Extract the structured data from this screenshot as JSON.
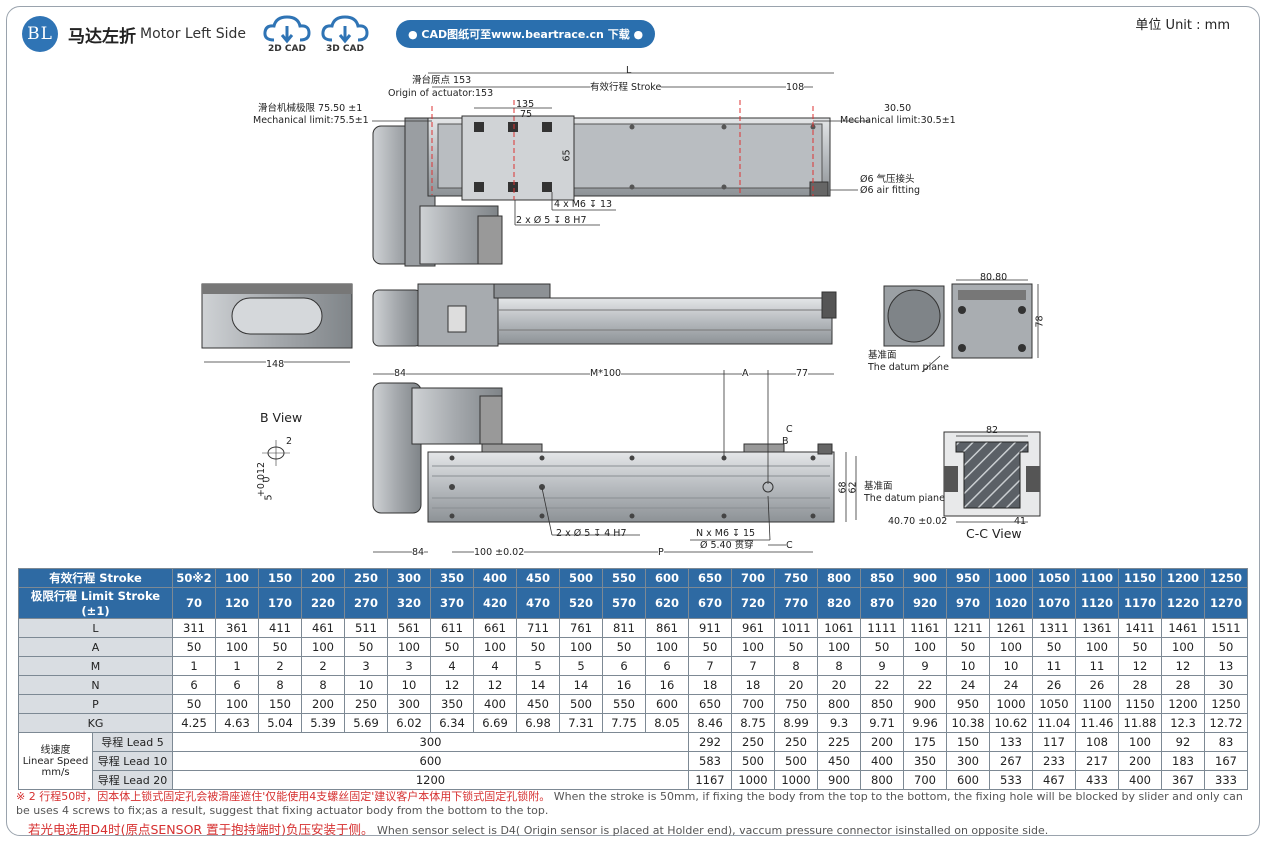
{
  "header": {
    "logo": "BL",
    "title_cn": "马达左折",
    "title_en": "Motor Left Side",
    "cad2d": "2D CAD",
    "cad3d": "3D CAD",
    "cad_link": "● CAD图纸可至www.beartrace.cn 下载 ●",
    "unit": "单位  Unit : mm"
  },
  "labels": {
    "L": "L",
    "origin_cn": "滑台原点 153",
    "origin_en": "Origin of actuator:153",
    "stroke": "有效行程 Stroke",
    "d108": "108",
    "mech_cn": "滑台机械极限 75.50 ±1",
    "mech_en": "Mechanical limit:75.5±1",
    "d135": "135",
    "d75": "75",
    "d65": "65",
    "d3050": "30.50",
    "mech2_en": "Mechanical limit:30.5±1",
    "air_cn": "Ø6 气压接头",
    "air_en": "Ø6 air fitting",
    "m6": "4 x M6 ↧ 13",
    "h5": "2 x Ø 5 ↧ 8 H7",
    "d148": "148",
    "d8080": "80.80",
    "d78": "78",
    "datum_cn": "基准面",
    "datum_en": "The datum piane",
    "d84a": "84",
    "m100": "M*100",
    "A": "A",
    "d77": "77",
    "bview": "B View",
    "b2": "2",
    "tol": "+0.012",
    "tol0": "0",
    "tol5": "5",
    "C": "C",
    "B": "B",
    "d68": "68",
    "d62": "62",
    "datum2_cn": "基准面",
    "datum2_en": "The datum piane",
    "h5b": "2 x Ø 5 ↧ 4 H7",
    "nm6": "N x M6 ↧ 15",
    "thru": "Ø 5.40 贯穿",
    "d84b": "84",
    "d100": "100 ±0.02",
    "P": "P",
    "C2": "C",
    "d82": "82",
    "d4070": "40.70 ±0.02",
    "d41": "41",
    "ccview": "C-C View"
  },
  "table": {
    "stroke_label": "有效行程 Stroke",
    "strokes": [
      "50※2",
      "100",
      "150",
      "200",
      "250",
      "300",
      "350",
      "400",
      "450",
      "500",
      "550",
      "600",
      "650",
      "700",
      "750",
      "800",
      "850",
      "900",
      "950",
      "1000",
      "1050",
      "1100",
      "1150",
      "1200",
      "1250"
    ],
    "limit_label": "极限行程 Limit Stroke (±1)",
    "limits": [
      "70",
      "120",
      "170",
      "220",
      "270",
      "320",
      "370",
      "420",
      "470",
      "520",
      "570",
      "620",
      "670",
      "720",
      "770",
      "820",
      "870",
      "920",
      "970",
      "1020",
      "1070",
      "1120",
      "1170",
      "1220",
      "1270"
    ],
    "rows": [
      {
        "label": "L",
        "values": [
          "311",
          "361",
          "411",
          "461",
          "511",
          "561",
          "611",
          "661",
          "711",
          "761",
          "811",
          "861",
          "911",
          "961",
          "1011",
          "1061",
          "1111",
          "1161",
          "1211",
          "1261",
          "1311",
          "1361",
          "1411",
          "1461",
          "1511"
        ]
      },
      {
        "label": "A",
        "values": [
          "50",
          "100",
          "50",
          "100",
          "50",
          "100",
          "50",
          "100",
          "50",
          "100",
          "50",
          "100",
          "50",
          "100",
          "50",
          "100",
          "50",
          "100",
          "50",
          "100",
          "50",
          "100",
          "50",
          "100",
          "50"
        ]
      },
      {
        "label": "M",
        "values": [
          "1",
          "1",
          "2",
          "2",
          "3",
          "3",
          "4",
          "4",
          "5",
          "5",
          "6",
          "6",
          "7",
          "7",
          "8",
          "8",
          "9",
          "9",
          "10",
          "10",
          "11",
          "11",
          "12",
          "12",
          "13"
        ]
      },
      {
        "label": "N",
        "values": [
          "6",
          "6",
          "8",
          "8",
          "10",
          "10",
          "12",
          "12",
          "14",
          "14",
          "16",
          "16",
          "18",
          "18",
          "20",
          "20",
          "22",
          "22",
          "24",
          "24",
          "26",
          "26",
          "28",
          "28",
          "30"
        ]
      },
      {
        "label": "P",
        "values": [
          "50",
          "100",
          "150",
          "200",
          "250",
          "300",
          "350",
          "400",
          "450",
          "500",
          "550",
          "600",
          "650",
          "700",
          "750",
          "800",
          "850",
          "900",
          "950",
          "1000",
          "1050",
          "1100",
          "1150",
          "1200",
          "1250"
        ]
      },
      {
        "label": "KG",
        "values": [
          "4.25",
          "4.63",
          "5.04",
          "5.39",
          "5.69",
          "6.02",
          "6.34",
          "6.69",
          "6.98",
          "7.31",
          "7.75",
          "8.05",
          "8.46",
          "8.75",
          "8.99",
          "9.3",
          "9.71",
          "9.96",
          "10.38",
          "10.62",
          "11.04",
          "11.46",
          "11.88",
          "12.3",
          "12.72"
        ]
      }
    ],
    "speed_label_cn": "线速度",
    "speed_label_en": "Linear Speed mm/s",
    "speed": [
      {
        "lead": "导程 Lead 5",
        "merged": "300",
        "values": [
          "292",
          "250",
          "250",
          "225",
          "200",
          "175",
          "150",
          "133",
          "117",
          "108",
          "100",
          "92",
          "83"
        ]
      },
      {
        "lead": "导程 Lead 10",
        "merged": "600",
        "values": [
          "583",
          "500",
          "500",
          "450",
          "400",
          "350",
          "300",
          "267",
          "233",
          "217",
          "200",
          "183",
          "167"
        ]
      },
      {
        "lead": "导程 Lead 20",
        "merged": "1200",
        "values": [
          "1167",
          "1000",
          "1000",
          "900",
          "800",
          "700",
          "600",
          "533",
          "467",
          "433",
          "400",
          "367",
          "333"
        ]
      }
    ]
  },
  "notes": {
    "n1_red": "※ 2 行程50时，因本体上锁式固定孔会被滑座遮住'仅能使用4支螺丝固定'建议客户本体用下锁式固定孔锁附。",
    "n1_en": "When the stroke is 50mm, if fixing the body from the top to the bottom, the fixing hole will be blocked by slider and only can be uses 4 screws to fix;as a result, suggest that fixing actuator body from the bottom to the top.",
    "n2_red": "若光电选用D4时(原点SENSOR 置于抱持端时)负压安装于侧。",
    "n2_en": "When sensor select is D4( Origin sensor is placed at Holder end), vaccum pressure connector isinstalled on opposite side."
  }
}
